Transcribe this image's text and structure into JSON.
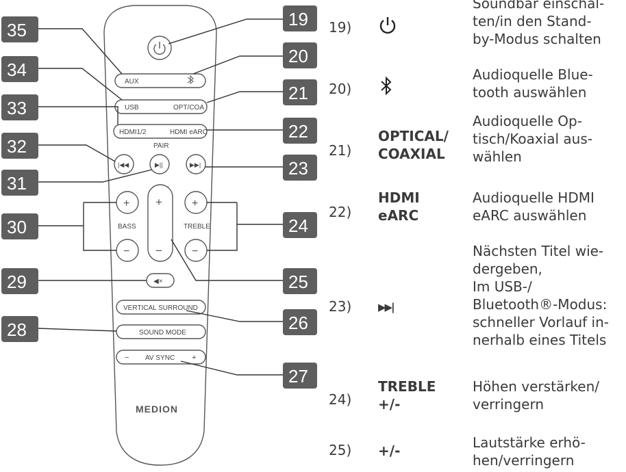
{
  "callouts": [
    "35",
    "34",
    "33",
    "32",
    "31",
    "30",
    "29",
    "28",
    "19",
    "20",
    "21",
    "22",
    "23",
    "24",
    "25",
    "26",
    "27"
  ],
  "remote": {
    "btn_aux": "AUX",
    "btn_usb": "USB",
    "btn_opt": "OPT/COA",
    "btn_hdmi12": "HDMI1/2",
    "btn_hdmiearc": "HDMI eARC",
    "pair_label": "PAIR",
    "bass_label": "BASS",
    "treble_label": "TREBLE",
    "btn_vertical": "VERTICAL SURROUND",
    "btn_soundmode": "SOUND MODE",
    "avsync_label": "AV SYNC",
    "avsync_minus": "−",
    "avsync_plus": "+",
    "plus": "+",
    "minus": "−",
    "brand": "MEDION"
  },
  "table": {
    "rows": [
      {
        "num": "19)",
        "symbol_icon": "power-icon",
        "desc": "Soundbar einschal-\nten/in den Stand-\nby-Modus schalten"
      },
      {
        "num": "20)",
        "symbol_icon": "bluetooth-icon",
        "desc": "Audioquelle Blue-\ntooth auswählen"
      },
      {
        "num": "21)",
        "symbol": "OPTICAL/\nCOAXIAL",
        "desc": "Audioquelle Op-\ntisch/Koaxial aus-\nwählen"
      },
      {
        "num": "22)",
        "symbol": "HDMI\neARC",
        "desc": "Audioquelle HDMI\neARC auswählen"
      },
      {
        "num": "23)",
        "symbol": "▶▶|",
        "desc": "Nächsten Titel wie-\ndergeben,\nIm USB-/\nBluetooth®-Modus:\nschneller Vorlauf in-\nnerhalb eines Titels"
      },
      {
        "num": "24)",
        "symbol": "TREBLE\n+/-",
        "desc": "Höhen verstärken/\nverringern"
      },
      {
        "num": "25)",
        "symbol": "+/-",
        "desc": "Lautstärke erhö-\nhen/verringern"
      }
    ]
  }
}
